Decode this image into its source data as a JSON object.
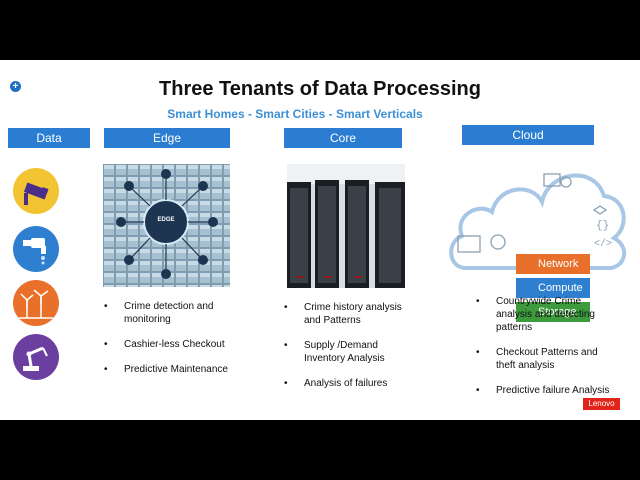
{
  "slide": {
    "title": "Three Tenants of Data Processing",
    "subtitle": "Smart Homes - Smart Cities - Smart Verticals",
    "brand": "Lenovo"
  },
  "columns": {
    "data": {
      "header": "Data"
    },
    "edge": {
      "header": "Edge",
      "image_label": "EDGE",
      "bullets": [
        "Crime detection and monitoring",
        "Cashier-less Checkout",
        " Predictive Maintenance"
      ]
    },
    "core": {
      "header": "Core",
      "bullets": [
        "Crime history analysis and Patterns",
        "Supply /Demand Inventory  Analysis",
        "  Analysis of failures"
      ]
    },
    "cloud": {
      "header": "Cloud",
      "buttons": [
        "Network",
        "Compute",
        "Storage"
      ],
      "bullets": [
        "Countrywide Crime analysis and detecting patterns",
        " Checkout Patterns and theft analysis",
        " Predictive failure Analysis"
      ]
    }
  },
  "colors": {
    "header_blue": "#2a7dd1",
    "subtitle_blue": "#3d8fd6",
    "network_orange": "#e8702a",
    "compute_blue": "#2f7fd0",
    "storage_green": "#3d9a3d",
    "lenovo_red": "#e2231a"
  },
  "icons": [
    "plus-icon",
    "camera-icon",
    "water-tap-icon",
    "wind-turbine-icon",
    "robot-arm-icon",
    "cloud-icon"
  ]
}
